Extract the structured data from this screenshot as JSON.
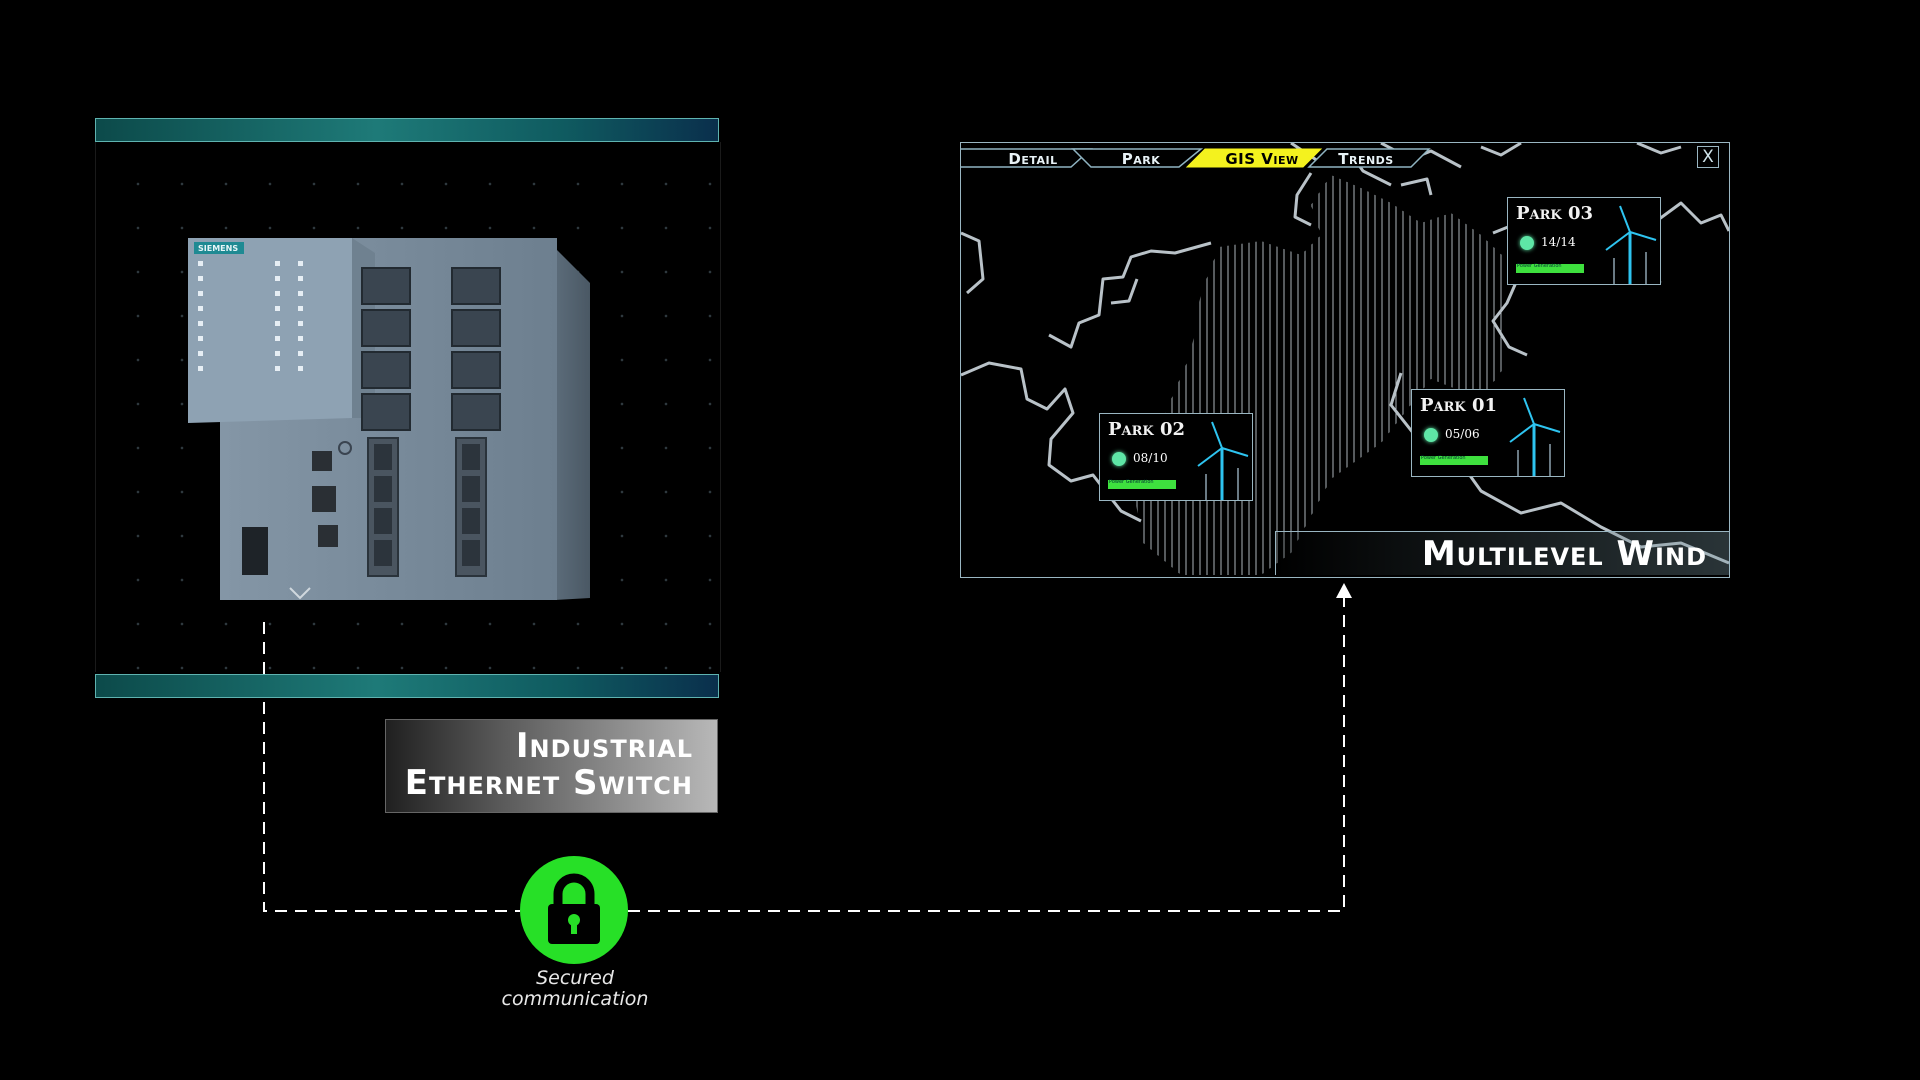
{
  "switch": {
    "brand": "SIEMENS",
    "label_line1": "Industrial",
    "label_line2": "Ethernet Switch"
  },
  "scada": {
    "tabs": [
      {
        "label": "Detail",
        "active": false
      },
      {
        "label": "Park",
        "active": false
      },
      {
        "label": "GIS View",
        "active": true
      },
      {
        "label": "Trends",
        "active": false
      }
    ],
    "close_label": "X",
    "title": "Multilevel Wind SCADA",
    "parks": [
      {
        "name": "Park 03",
        "count": "14/14",
        "bar_label": "Power Generation"
      },
      {
        "name": "Park 02",
        "count": "08/10",
        "bar_label": "Power Generation"
      },
      {
        "name": "Park 01",
        "count": "05/06",
        "bar_label": "Power Generation"
      }
    ]
  },
  "connection": {
    "label_line1": "Secured",
    "label_line2": "communication"
  },
  "colors": {
    "accent_green": "#27e027",
    "active_tab": "#f4f21e",
    "teal_bar": "#1e7a78",
    "status_dot": "#5ee6a6"
  }
}
